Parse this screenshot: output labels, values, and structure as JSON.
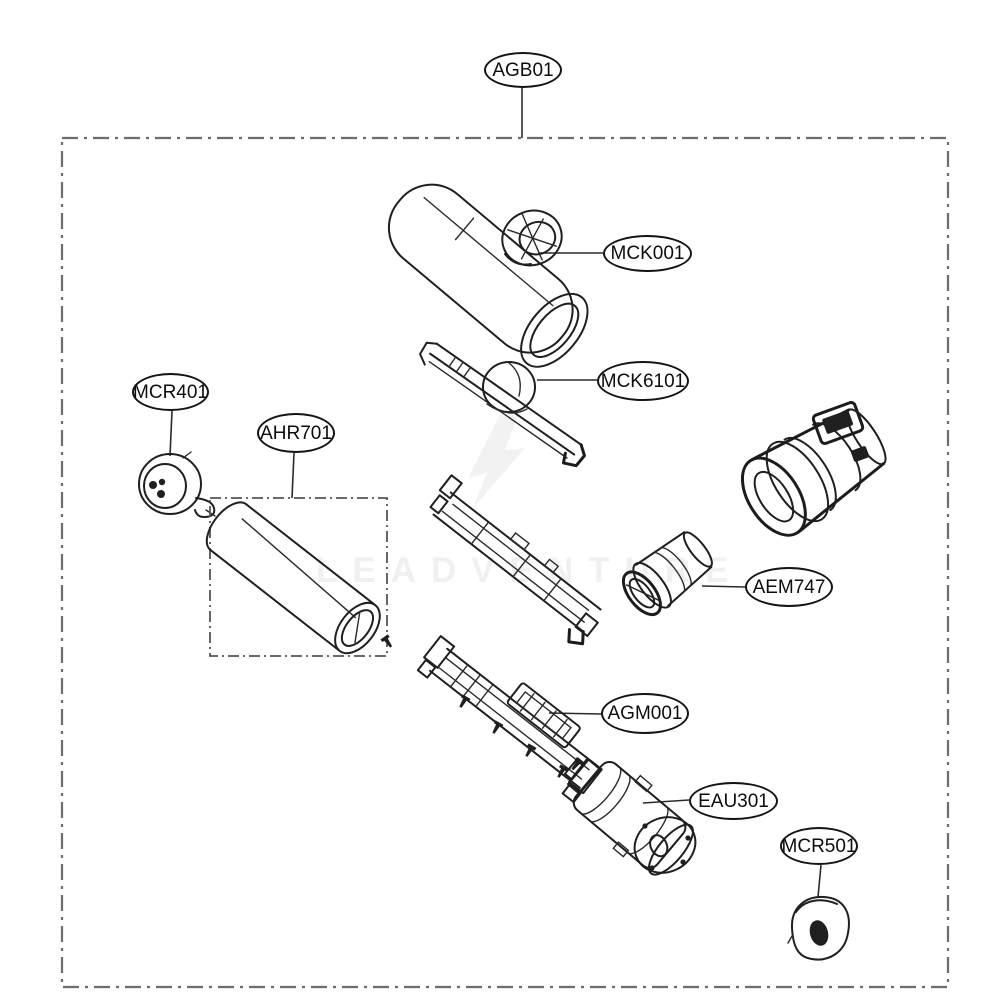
{
  "diagram": {
    "watermark": "LEADVENTURE",
    "colors": {
      "background": "#ffffff",
      "line_art": "#1f1f1f",
      "assembly_border": "#6d6d6d",
      "label_border": "#141414"
    },
    "labels": {
      "agb01": "AGB01",
      "mck001": "MCK001",
      "mck6101": "MCK6101",
      "mcr401": "MCR401",
      "ahr701": "AHR701",
      "aem747": "AEM747",
      "agm001": "AGM001",
      "eau301": "EAU301",
      "mcr501": "MCR501"
    }
  }
}
